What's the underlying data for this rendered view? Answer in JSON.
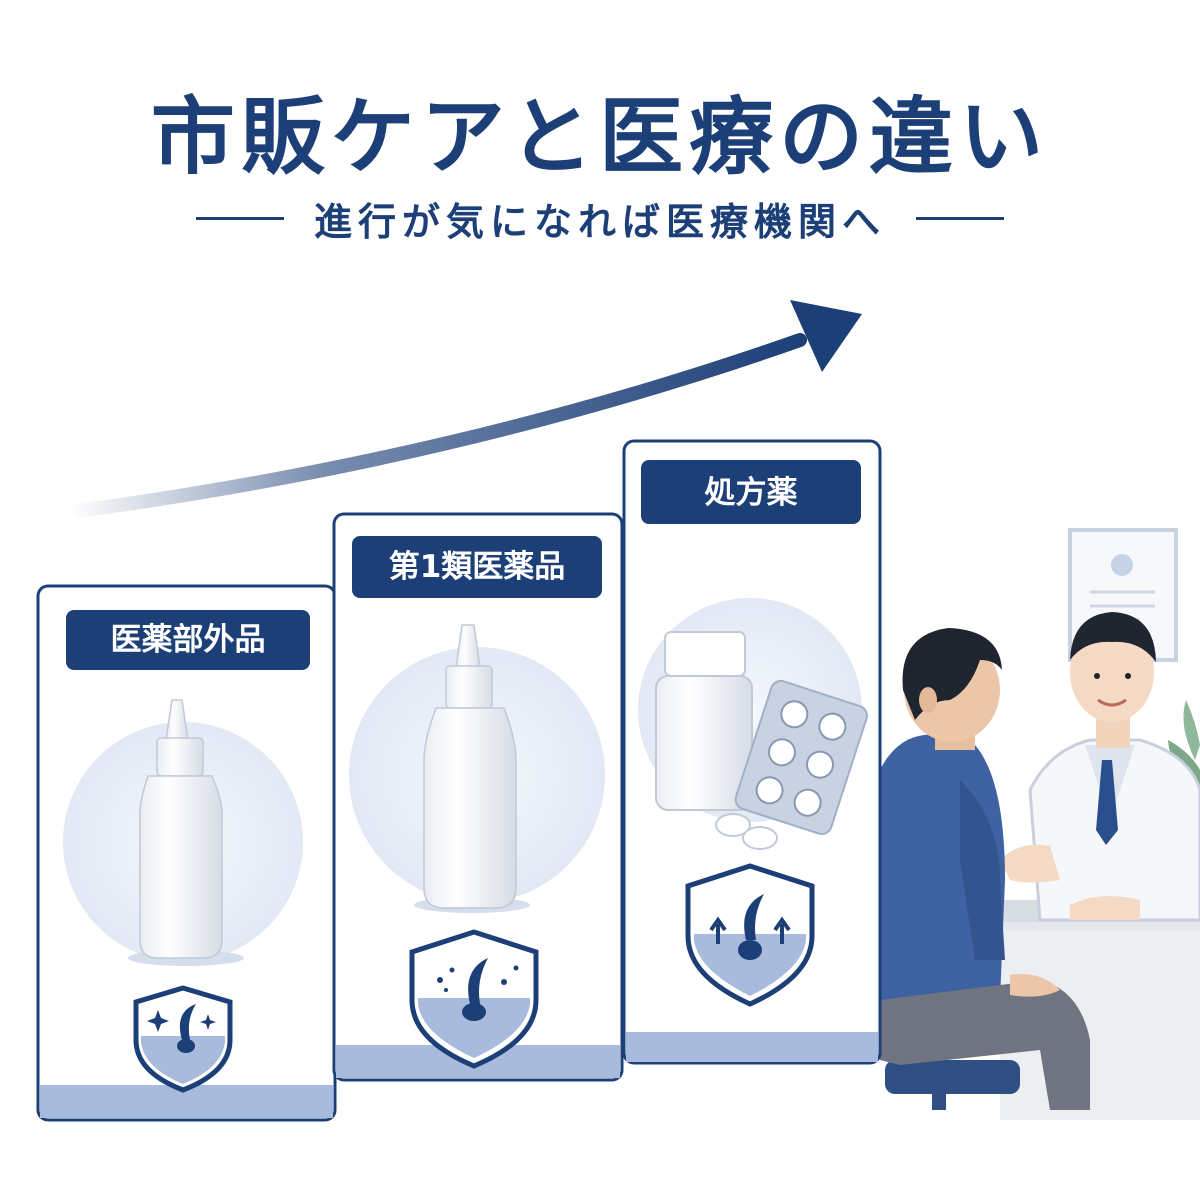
{
  "header": {
    "title": "市販ケアと医療の違い",
    "subtitle": "進行が気になれば医療機関へ"
  },
  "tiers": [
    {
      "label": "医薬部外品",
      "product": "dropper-bottle-small",
      "badge": "shield-sparkle-icon"
    },
    {
      "label": "第1類医薬品",
      "product": "dropper-bottle-large",
      "badge": "shield-follicle-icon"
    },
    {
      "label": "処方薬",
      "product": "pill-bottle-and-blister-pack",
      "badge": "shield-growth-arrows-icon"
    }
  ],
  "colors": {
    "primary": "#1d3f78",
    "panel_border": "#1d3f78",
    "panel_base": "#8fa8d4",
    "circle_bg": "#e8eef8",
    "shirt": "#3f62a3",
    "coat": "#f4f6fa"
  }
}
